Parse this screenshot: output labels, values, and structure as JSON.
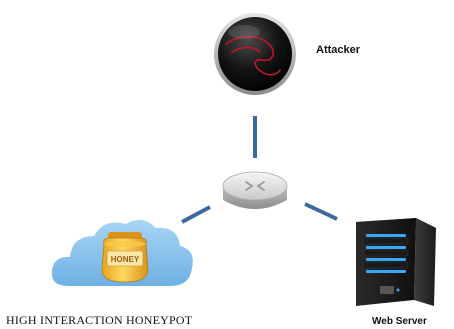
{
  "diagram": {
    "nodes": {
      "attacker": {
        "label": "Attacker",
        "icon": "kali-dragon-icon"
      },
      "router": {
        "label": "",
        "icon": "router-icon"
      },
      "honeypot": {
        "label": "HONEY",
        "icon": "honey-pot-icon"
      },
      "web_server": {
        "label": "Web Server",
        "icon": "server-tower-icon"
      }
    },
    "caption": "HIGH INTERACTION HONEYPOT",
    "colors": {
      "link": "#3d6a9e",
      "cloud": "#8cc4ec",
      "honey": "#f5c242",
      "server_led": "#3aa7ff",
      "attacker_accent": "#c0162b"
    }
  }
}
